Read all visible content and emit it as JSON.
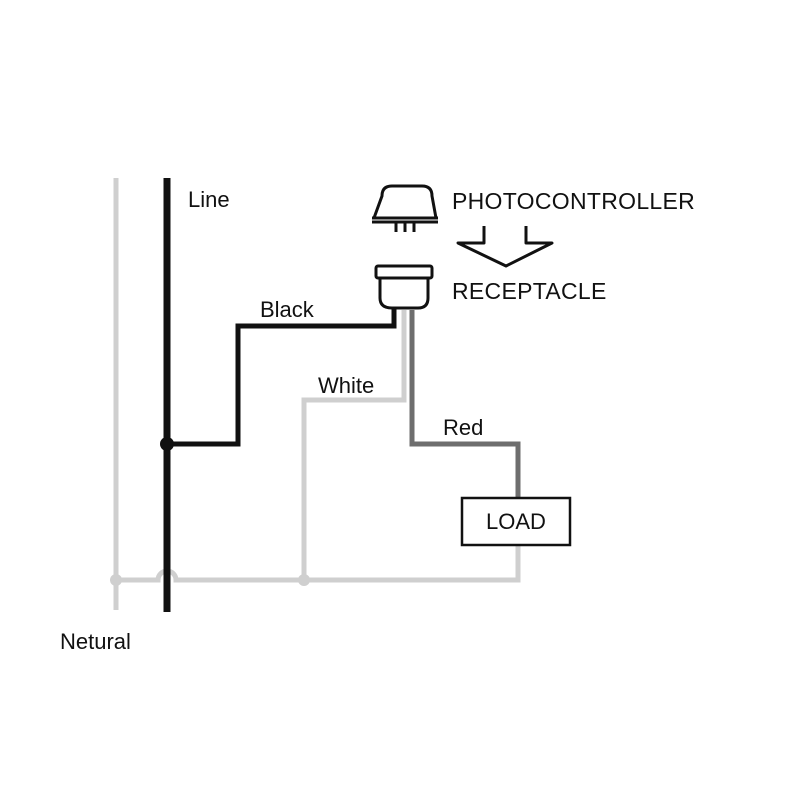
{
  "labels": {
    "line": "Line",
    "black": "Black",
    "white": "White",
    "red": "Red",
    "load": "LOAD",
    "neutral": "Netural",
    "photocontroller": "PHOTOCONTROLLER",
    "receptacle": "RECEPTACLE"
  },
  "colors": {
    "background": "#ffffff",
    "line_wire": "#111111",
    "black_wire": "#111111",
    "white_wire": "#cfcfcf",
    "red_wire": "#6e6e6e",
    "neutral_wire": "#cfcfcf",
    "text": "#111111"
  },
  "icons": {
    "photocontroller": "photocontroller-icon",
    "receptacle": "receptacle-icon",
    "arrow": "down-arrow-icon"
  }
}
